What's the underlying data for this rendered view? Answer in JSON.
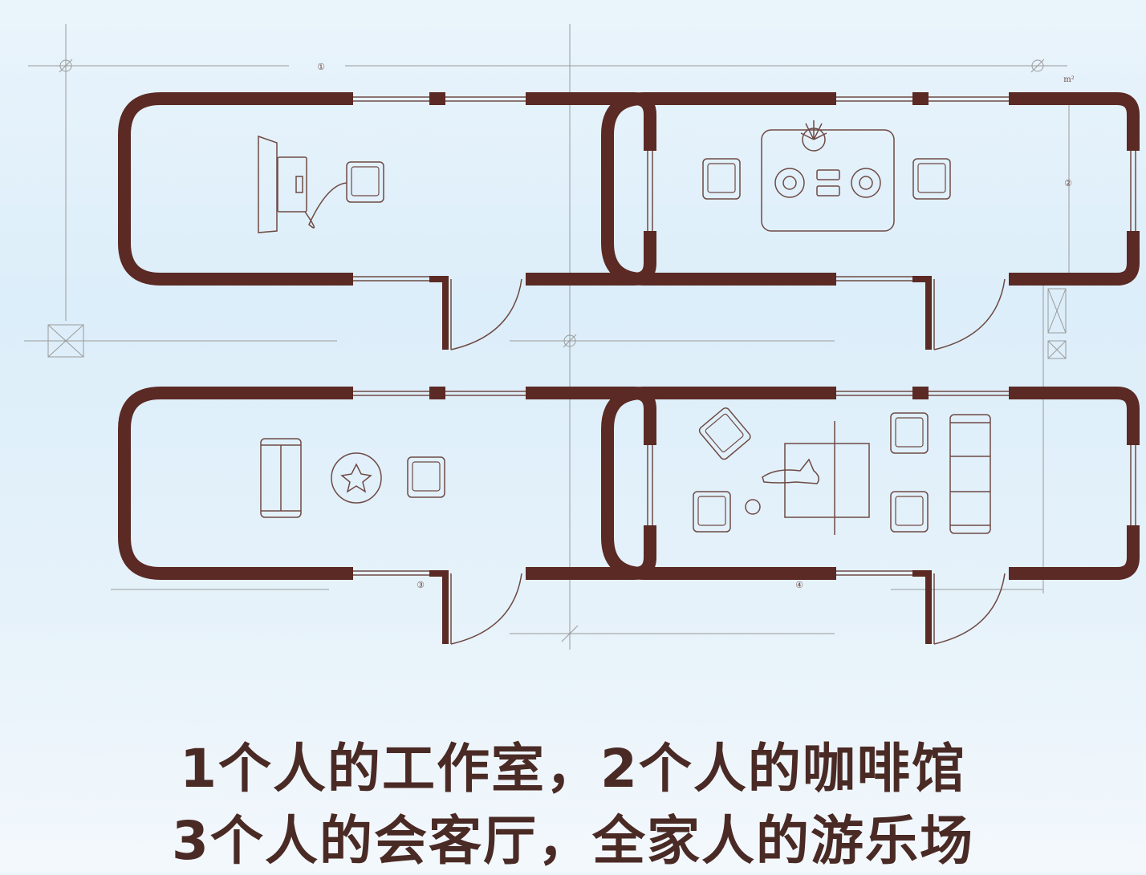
{
  "caption": {
    "line1": "1个人的工作室，2个人的咖啡馆",
    "line2": "3个人的会客厅，全家人的游乐场"
  },
  "markers": [
    "①",
    "②",
    "③",
    "④"
  ],
  "unit_label": "m²",
  "rooms": [
    {
      "id": "studio",
      "furniture": [
        "monitor-icon",
        "desk-icon",
        "armchair-icon"
      ]
    },
    {
      "id": "cafe",
      "furniture": [
        "table-icon",
        "plant-icon",
        "coffee-cup-icon",
        "armchair-icon"
      ]
    },
    {
      "id": "lounge",
      "furniture": [
        "sofa-icon",
        "rug-icon",
        "armchair-icon"
      ]
    },
    {
      "id": "playroom",
      "furniture": [
        "armchair-icon",
        "sofa-icon",
        "play-mat-icon",
        "cat-icon",
        "ball-icon"
      ]
    }
  ],
  "colors": {
    "wall": "#5b2a24",
    "line": "#6e4a44",
    "guide": "#8a8a8a",
    "text": "#4a2a25"
  }
}
